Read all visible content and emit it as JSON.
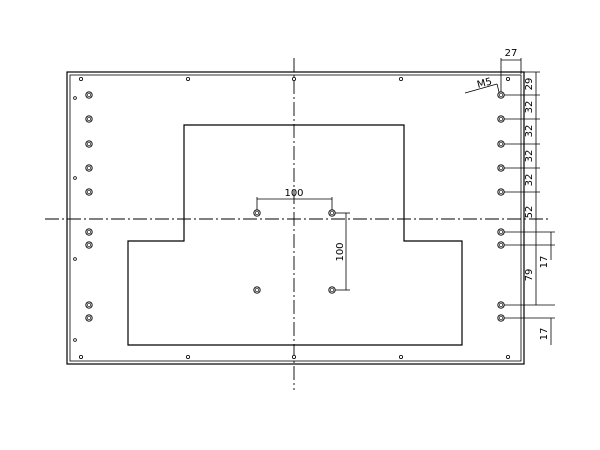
{
  "drawing": {
    "thread_label": "M5",
    "dimensions": {
      "edge_offset": "27",
      "vertical_stack": [
        "29",
        "32",
        "32",
        "32",
        "32",
        "52",
        "79"
      ],
      "lower_17_a": "17",
      "lower_17_b": "17",
      "hole_spacing_horizontal": "100",
      "hole_spacing_vertical": "100"
    }
  }
}
